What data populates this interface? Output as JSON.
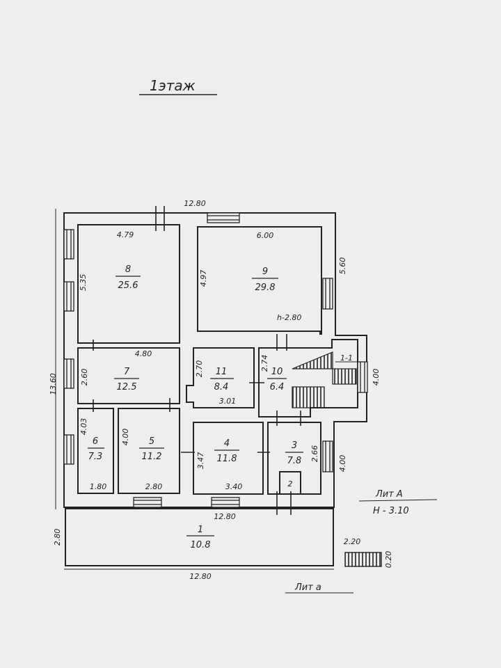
{
  "title": "1этаж",
  "rooms": [
    {
      "id": "room-1",
      "num": "1",
      "area": "10.8"
    },
    {
      "id": "room-2",
      "num": "2",
      "area": ""
    },
    {
      "id": "room-3",
      "num": "3",
      "area": "7.8"
    },
    {
      "id": "room-4",
      "num": "4",
      "area": "11.8"
    },
    {
      "id": "room-5",
      "num": "5",
      "area": "11.2"
    },
    {
      "id": "room-6",
      "num": "6",
      "area": "7.3"
    },
    {
      "id": "room-7",
      "num": "7",
      "area": "12.5"
    },
    {
      "id": "room-8",
      "num": "8",
      "area": "25.6"
    },
    {
      "id": "room-9",
      "num": "9",
      "area": "29.8"
    },
    {
      "id": "room-10",
      "num": "10",
      "area": "6.4"
    },
    {
      "id": "room-11",
      "num": "11",
      "area": "8.4"
    }
  ],
  "dimensions": {
    "top_width": "12.80",
    "mid_width": "12.80",
    "bottom_width": "12.80",
    "left_height": "13.60",
    "right_upper": "5.60",
    "right_stair": "4.00",
    "right_lower": "4.00",
    "annex_height": "2.80",
    "step_width": "2.20",
    "step_height": "0.20",
    "r8_width": "4.79",
    "r8_height": "5.35",
    "r9_width": "6.00",
    "r9_height": "4.97",
    "r7_width": "4.80",
    "r7_height": "2.60",
    "r11_height": "2.70",
    "r11_width": "3.01",
    "r10_height": "2.74",
    "r6_height": "4.03",
    "r6_width": "1.80",
    "r5_height": "4.00",
    "r5_width": "2.80",
    "r4_height": "3.47",
    "r4_width": "3.40",
    "r3_height": "2.66",
    "ceiling_note": "h-2.80"
  },
  "stair_label": "1-1",
  "notes": {
    "lit_a": "Лит А",
    "height": "H - 3.10",
    "lit_a_lower": "Лит а"
  }
}
